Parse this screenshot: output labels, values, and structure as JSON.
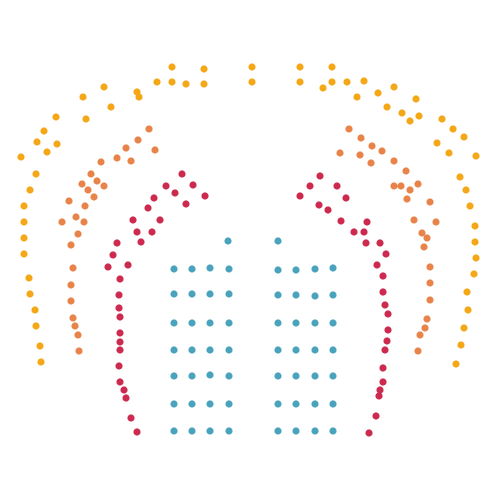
{
  "colors": {
    "background": "#ffffff",
    "section_yellow": "#F5A817",
    "section_orange": "#E8844A",
    "section_crimson": "#CC2A4E",
    "section_teal": "#4AA3BD"
  },
  "sections": [
    {
      "id": "outer-ring",
      "color_key": "section_yellow",
      "seat_count": 66
    },
    {
      "id": "middle-ring",
      "color_key": "section_orange",
      "seat_count": 54
    },
    {
      "id": "inner-ring",
      "color_key": "section_crimson",
      "seat_count": 58
    },
    {
      "id": "center-block",
      "color_key": "section_teal",
      "seat_count": 58
    }
  ]
}
